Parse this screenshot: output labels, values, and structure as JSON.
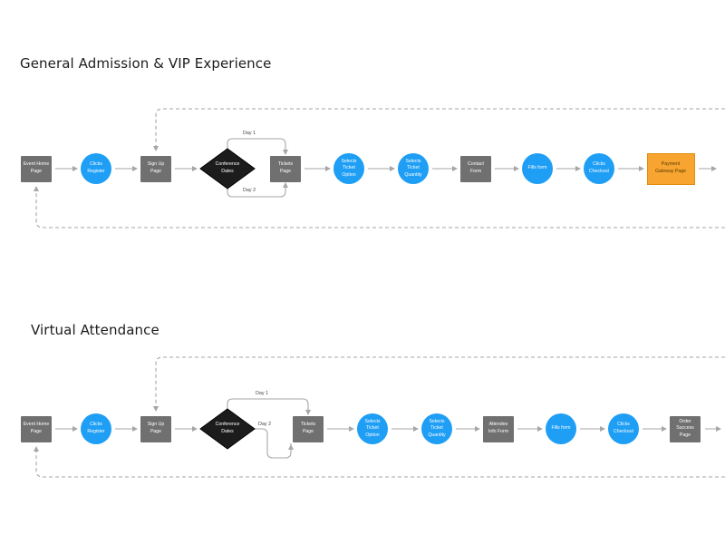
{
  "flows": [
    {
      "title": "General Admission & VIP Experience",
      "nodes": [
        {
          "label": "Event Home\nPage",
          "shape": "rect"
        },
        {
          "label": "Clicks\nRegister",
          "shape": "circle"
        },
        {
          "label": "Sign Up\nPage",
          "shape": "rect"
        },
        {
          "label": "Conference\nDates",
          "shape": "diamond"
        },
        {
          "label": "Tickets\nPage",
          "shape": "rect"
        },
        {
          "label": "Selects\nTicket\nOption",
          "shape": "circle"
        },
        {
          "label": "Selects\nTicket\nQuantity",
          "shape": "circle"
        },
        {
          "label": "Contact\nForm",
          "shape": "rect"
        },
        {
          "label": "Fills form",
          "shape": "circle"
        },
        {
          "label": "Clicks\nCheckout",
          "shape": "circle"
        },
        {
          "label": "Payment\nGateway Page",
          "shape": "orange"
        }
      ],
      "branches": [
        "Day 1",
        "Day 2"
      ]
    },
    {
      "title": "Virtual Attendance",
      "nodes": [
        {
          "label": "Event Home\nPage",
          "shape": "rect"
        },
        {
          "label": "Clicks\nRegister",
          "shape": "circle"
        },
        {
          "label": "Sign Up\nPage",
          "shape": "rect"
        },
        {
          "label": "Conference\nDates",
          "shape": "diamond"
        },
        {
          "label": "Tickets\nPage",
          "shape": "rect"
        },
        {
          "label": "Selects\nTicket\nOption",
          "shape": "circle"
        },
        {
          "label": "Selects\nTicket\nQuantity",
          "shape": "circle"
        },
        {
          "label": "Attendee\nInfo Form",
          "shape": "rect"
        },
        {
          "label": "Fills form",
          "shape": "circle"
        },
        {
          "label": "Clicks\nCheckout",
          "shape": "circle"
        },
        {
          "label": "Order\nSuccess\nPage",
          "shape": "rect"
        }
      ],
      "branches": [
        "Day 1",
        "Day 2"
      ]
    }
  ],
  "colors": {
    "rect": "#707070",
    "circle": "#1e9ef4",
    "diamond": "#1c1c1c",
    "orange": "#f7a530",
    "connector": "#a6a6a6"
  }
}
